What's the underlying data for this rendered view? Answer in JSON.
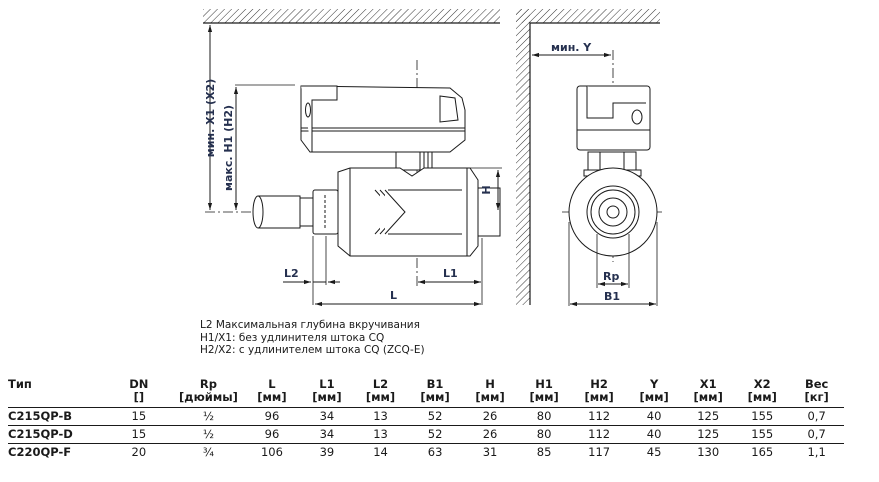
{
  "drawing": {
    "labels": {
      "min_x1_x2": "мин. X1 (X2)",
      "max_h1_h2": "макс. H1 (H2)",
      "h": "H",
      "l2": "L2",
      "l1": "L1",
      "l": "L",
      "min_y": "мин. Y",
      "rp": "Rp",
      "b1": "B1"
    },
    "line_color": "#1a1a1a",
    "label_color": "#25304f"
  },
  "notes": [
    "L2 Максимальная глубина вкручивания",
    "H1/X1: без удлинителя штока CQ",
    "H2/X2: с удлинителем штока CQ (ZCQ-E)"
  ],
  "table": {
    "columns": [
      {
        "name": "Тип",
        "unit": ""
      },
      {
        "name": "DN",
        "unit": "[]"
      },
      {
        "name": "Rp",
        "unit": "[дюймы]"
      },
      {
        "name": "L",
        "unit": "[мм]"
      },
      {
        "name": "L1",
        "unit": "[мм]"
      },
      {
        "name": "L2",
        "unit": "[мм]"
      },
      {
        "name": "B1",
        "unit": "[мм]"
      },
      {
        "name": "H",
        "unit": "[мм]"
      },
      {
        "name": "H1",
        "unit": "[мм]"
      },
      {
        "name": "H2",
        "unit": "[мм]"
      },
      {
        "name": "Y",
        "unit": "[мм]"
      },
      {
        "name": "X1",
        "unit": "[мм]"
      },
      {
        "name": "X2",
        "unit": "[мм]"
      },
      {
        "name": "Вес",
        "unit": "[кг]"
      }
    ],
    "rows": [
      [
        "C215QP-B",
        "15",
        "½",
        "96",
        "34",
        "13",
        "52",
        "26",
        "80",
        "112",
        "40",
        "125",
        "155",
        "0,7"
      ],
      [
        "C215QP-D",
        "15",
        "½",
        "96",
        "34",
        "13",
        "52",
        "26",
        "80",
        "112",
        "40",
        "125",
        "155",
        "0,7"
      ],
      [
        "C220QP-F",
        "20",
        "¾",
        "106",
        "39",
        "14",
        "63",
        "31",
        "85",
        "117",
        "45",
        "130",
        "165",
        "1,1"
      ]
    ]
  }
}
